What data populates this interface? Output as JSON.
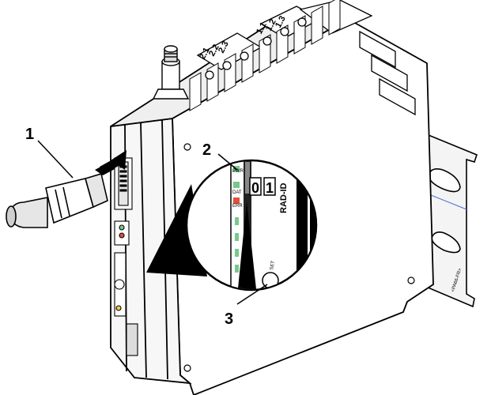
{
  "callouts": {
    "c1": "1",
    "c2": "2",
    "c3": "3"
  },
  "terminal_labels": {
    "t11": "1.1",
    "t12": "1.2",
    "t13": "1.3",
    "t21": "2.1",
    "t22": "2.2",
    "t23": "2.3"
  },
  "detail": {
    "pwr": "PWR",
    "dat": "DAT",
    "err": "ERR",
    "digit_tens": "0",
    "digit_ones": "1",
    "rad_id": "RAD-ID",
    "set": "SET"
  },
  "rail_label": "<PA66-FR>",
  "colors": {
    "line": "#000000",
    "body": "#ffffff",
    "shade": "#d9d9d9",
    "led_green": "#78c88c",
    "led_red": "#e0523a",
    "rail_highlight": "#4a6fd0"
  }
}
